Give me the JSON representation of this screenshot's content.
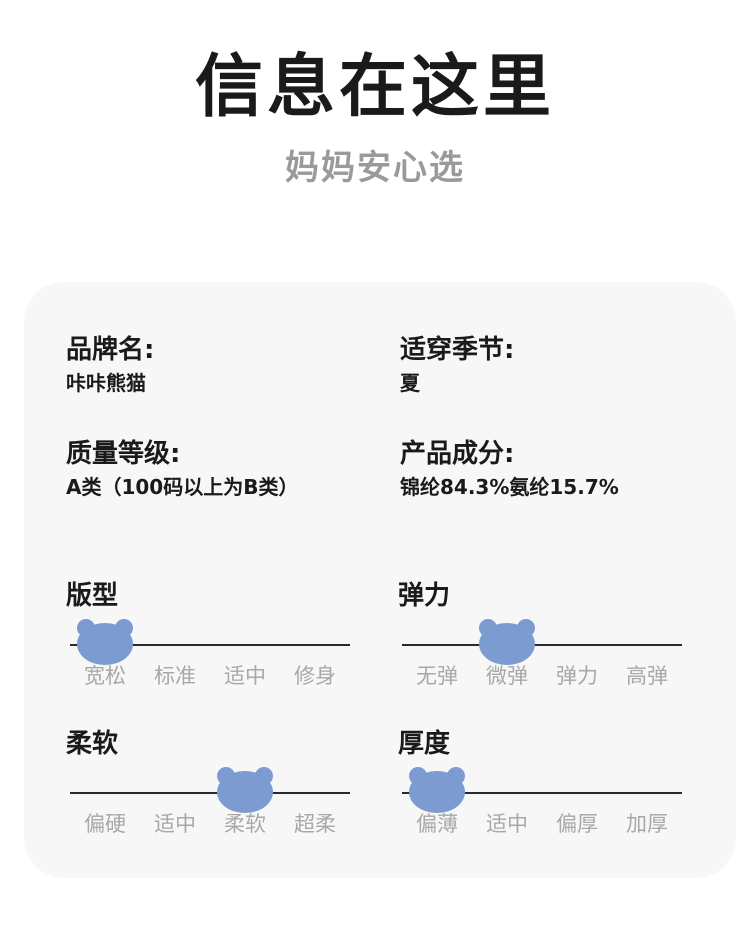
{
  "header": {
    "title": "信息在这里",
    "subtitle": "妈妈安心选"
  },
  "info": [
    {
      "label": "品牌名:",
      "value": "咔咔熊猫"
    },
    {
      "label": "适穿季节:",
      "value": "夏"
    },
    {
      "label": "质量等级:",
      "value": "A类（100码以上为B类）"
    },
    {
      "label": "产品成分:",
      "value": "锦纶84.3%氨纶15.7%"
    }
  ],
  "scales": [
    {
      "title": "版型",
      "options": [
        "宽松",
        "标准",
        "适中",
        "修身"
      ],
      "selected_index": 0
    },
    {
      "title": "弹力",
      "options": [
        "无弹",
        "微弹",
        "弹力",
        "高弹"
      ],
      "selected_index": 1
    },
    {
      "title": "柔软",
      "options": [
        "偏硬",
        "适中",
        "柔软",
        "超柔"
      ],
      "selected_index": 2
    },
    {
      "title": "厚度",
      "options": [
        "偏薄",
        "适中",
        "偏厚",
        "加厚"
      ],
      "selected_index": 0
    }
  ],
  "colors": {
    "bear_indicator": "#7b9bd1",
    "option_text": "#a8a8a8",
    "card_background": "#f7f7f7"
  }
}
